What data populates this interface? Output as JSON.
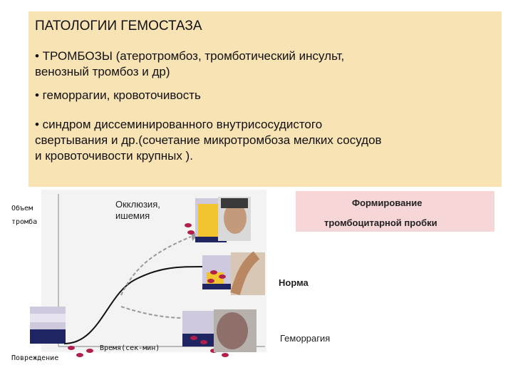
{
  "slide": {
    "title": "ПАТОЛОГИИ ГЕМОСТАЗА",
    "bullets": [
      [
        "• ТРОМБОЗЫ (атеротромбоз, тромботический инсульт,",
        "венозный тромбоз и др)"
      ],
      [
        "• геморрагии, кровоточивость"
      ],
      [
        "• синдром диссеминированного внутрисосудистого",
        "свертывания и др.(сочетание микротромбоза  мелких сосудов",
        "и кровоточивости крупных )."
      ]
    ]
  },
  "figure": {
    "y_label": [
      "Объем",
      "тромба"
    ],
    "x_label": "Время(сек-мин)",
    "injury_label": "Повреждение",
    "occlusion_label": [
      "Окклюзия,",
      "ишемия"
    ],
    "norm_label": "Норма",
    "hemorrhage_label": "Геморрагия",
    "formation_label": [
      "Формирование",
      "тромбоцитарной пробки"
    ]
  },
  "colors": {
    "box_bg": "#f8e3b5",
    "pink_box_bg": "#f7d6d8",
    "vessel_wall": "#cfc9dd",
    "platelet": "#f2c530",
    "rbc": "#b0204a"
  }
}
